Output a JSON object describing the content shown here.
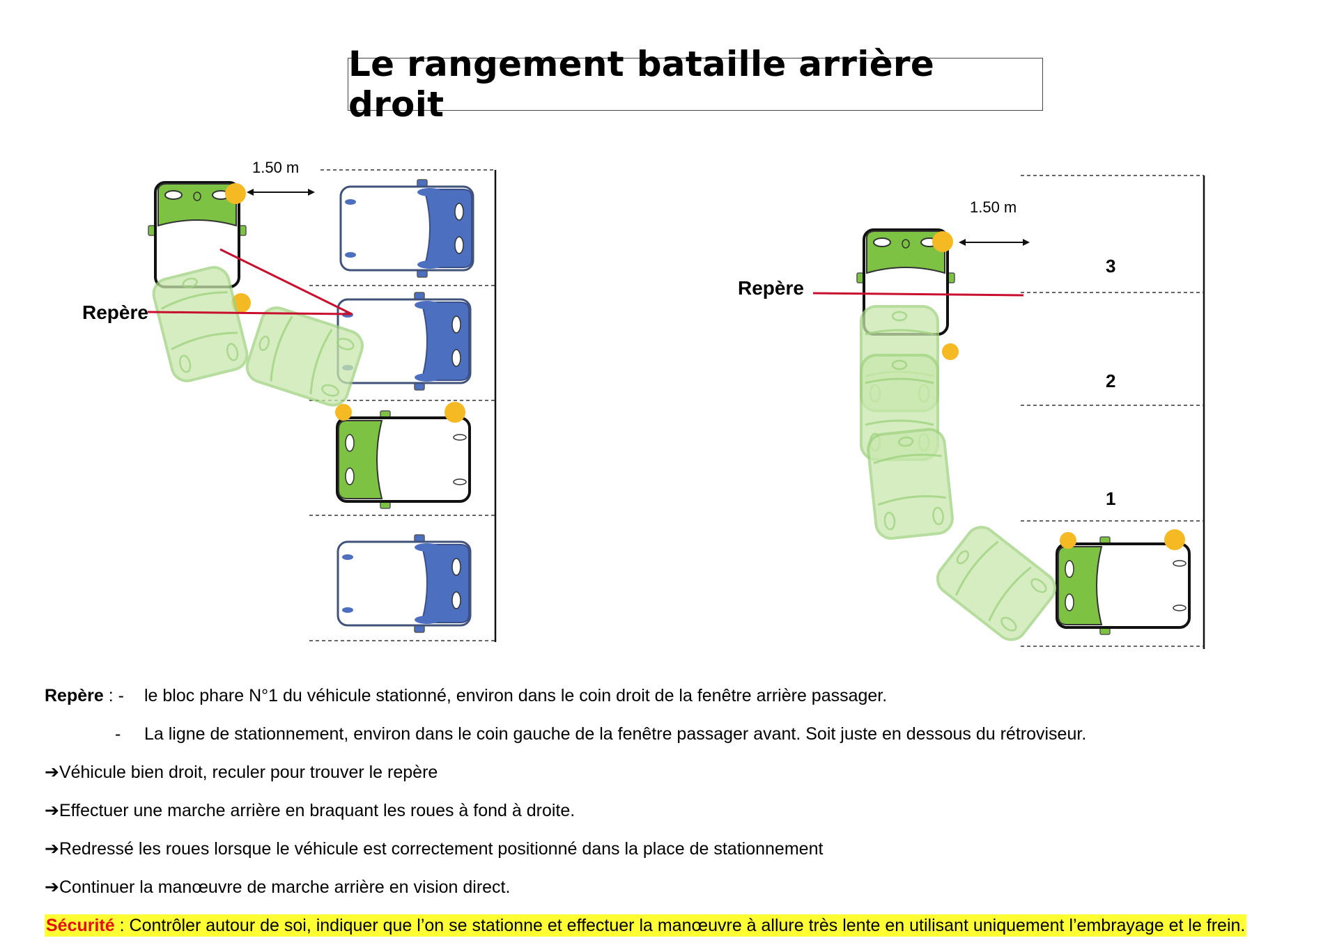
{
  "title": "Le rangement bataille arrière droit",
  "diagram_left": {
    "distance_label": "1.50 m",
    "repere_label": "Repère"
  },
  "diagram_right": {
    "distance_label": "1.50 m",
    "repere_label": "Repère",
    "slot_numbers": [
      "3",
      "2",
      "1"
    ]
  },
  "colors": {
    "green": "#7dc242",
    "blue": "#4d6fc0",
    "ghost_green": "#c9e8ae",
    "yellow": "#f5b923",
    "red_line": "#c8102e",
    "highlight": "#ffff33",
    "security_red": "#e4100f"
  },
  "instructions": {
    "repere_label": "Repère",
    "repere_sep": " :  -",
    "repere_1": "le bloc phare N°1 du véhicule stationné, environ dans le coin droit de la fenêtre arrière passager.",
    "dash": "-",
    "repere_2": "La ligne de stationnement, environ dans le coin gauche de la fenêtre passager avant. Soit juste en dessous du rétroviseur.",
    "arrow": "➔",
    "step_1": "Véhicule bien droit, reculer pour trouver le repère",
    "step_2": "Effectuer une marche arrière en braquant les roues à fond à droite.",
    "step_3": "Redressé les roues lorsque le véhicule est correctement positionné dans la place de stationnement",
    "step_4": "Continuer la manœuvre de marche arrière en vision direct.",
    "security_label": "Sécurité",
    "security_text": " : Contrôler autour de soi, indiquer que l’on se stationne et effectuer la manœuvre à allure très lente en utilisant uniquement l’embrayage et le frein."
  }
}
